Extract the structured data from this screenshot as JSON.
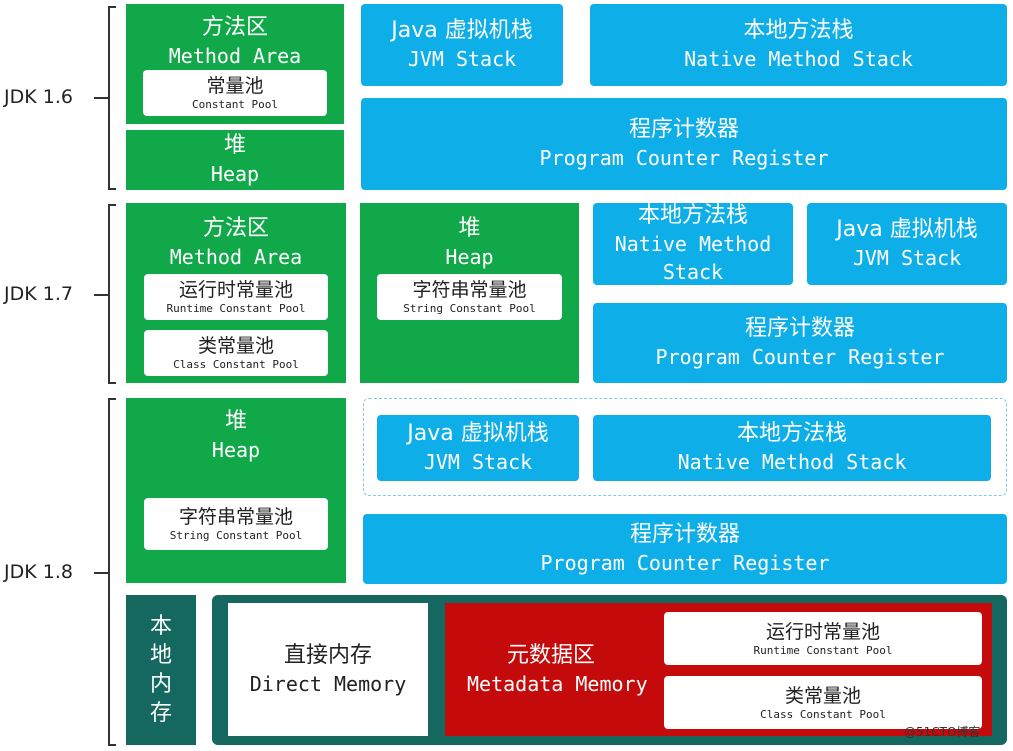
{
  "versions": {
    "jdk16": "JDK 1.6",
    "jdk17": "JDK 1.7",
    "jdk18": "JDK 1.8"
  },
  "labels": {
    "method_area_zh": "方法区",
    "method_area_en": "Method Area",
    "constant_pool_zh": "常量池",
    "constant_pool_en": "Constant Pool",
    "heap_zh": "堆",
    "heap_en": "Heap",
    "jvm_stack_zh": "Java 虚拟机栈",
    "jvm_stack_en": "JVM Stack",
    "native_stack_zh": "本地方法栈",
    "native_stack_en": "Native Method Stack",
    "native_stack_en_line1": "Native Method",
    "native_stack_en_line2": "Stack",
    "pc_zh": "程序计数器",
    "pc_en": "Program Counter Register",
    "runtime_pool_zh": "运行时常量池",
    "runtime_pool_en": "Runtime Constant Pool",
    "class_pool_zh": "类常量池",
    "class_pool_en": "Class Constant Pool",
    "string_pool_zh": "字符串常量池",
    "string_pool_en": "String Constant Pool",
    "native_memory_zh": "本地内存",
    "direct_memory_zh": "直接内存",
    "direct_memory_en": "Direct Memory",
    "metadata_zh": "元数据区",
    "metadata_en": "Metadata Memory"
  },
  "watermark": "@51CTO博客",
  "colors": {
    "green": "#11a84a",
    "blue": "#0eaee8",
    "red": "#c40a0a",
    "teal": "#146860"
  }
}
